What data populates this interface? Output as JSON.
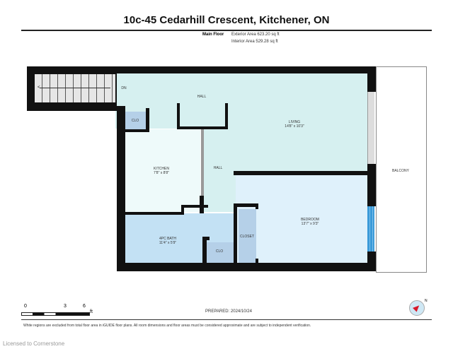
{
  "header": {
    "title": "10c-45 Cedarhill Crescent, Kitchener, ON",
    "floor": "Main Floor",
    "exterior_area": "Exterior Area 623.20 sq ft",
    "interior_area": "Interior Area 529.28 sq ft"
  },
  "rooms": {
    "stairs": {
      "label": "DN"
    },
    "hall_top": {
      "label": "HALL"
    },
    "clo_top": {
      "label": "CLO"
    },
    "living": {
      "label": "LIVING",
      "dims": "14'8\" x 10'3\""
    },
    "kitchen": {
      "label": "KITCHEN",
      "dims": "7'8\" x 8'8\""
    },
    "hall_mid": {
      "label": "HALL"
    },
    "bedroom": {
      "label": "BEDROOM",
      "dims": "13'7\" x 9'3\""
    },
    "bath": {
      "label": "4PC BATH",
      "dims": "11'4\" x 5'9\""
    },
    "clo_bath": {
      "label": "CLO"
    },
    "closet": {
      "label": "CLOSET"
    },
    "balcony": {
      "label": "BALCONY"
    }
  },
  "colors": {
    "hall": "#d6f0f0",
    "kitchen": "#eefafa",
    "bedroom": "#dff1fb",
    "bath": "#c3e1f4",
    "closet": "#b5d0e8",
    "window": "#3b9ad8"
  },
  "scale": {
    "ticks": [
      "0",
      "3",
      "6"
    ],
    "unit": "ft"
  },
  "prepared": "PREPARED: 2024/10/24",
  "compass": {
    "icon": "compass-icon",
    "north": "N"
  },
  "disclaimer": "White regions are excluded from total floor area in iGUIDE floor plans. All room dimensions and floor areas must be considered approximate and are subject to independent verification.",
  "watermark": "Licensed to Cornerstone"
}
